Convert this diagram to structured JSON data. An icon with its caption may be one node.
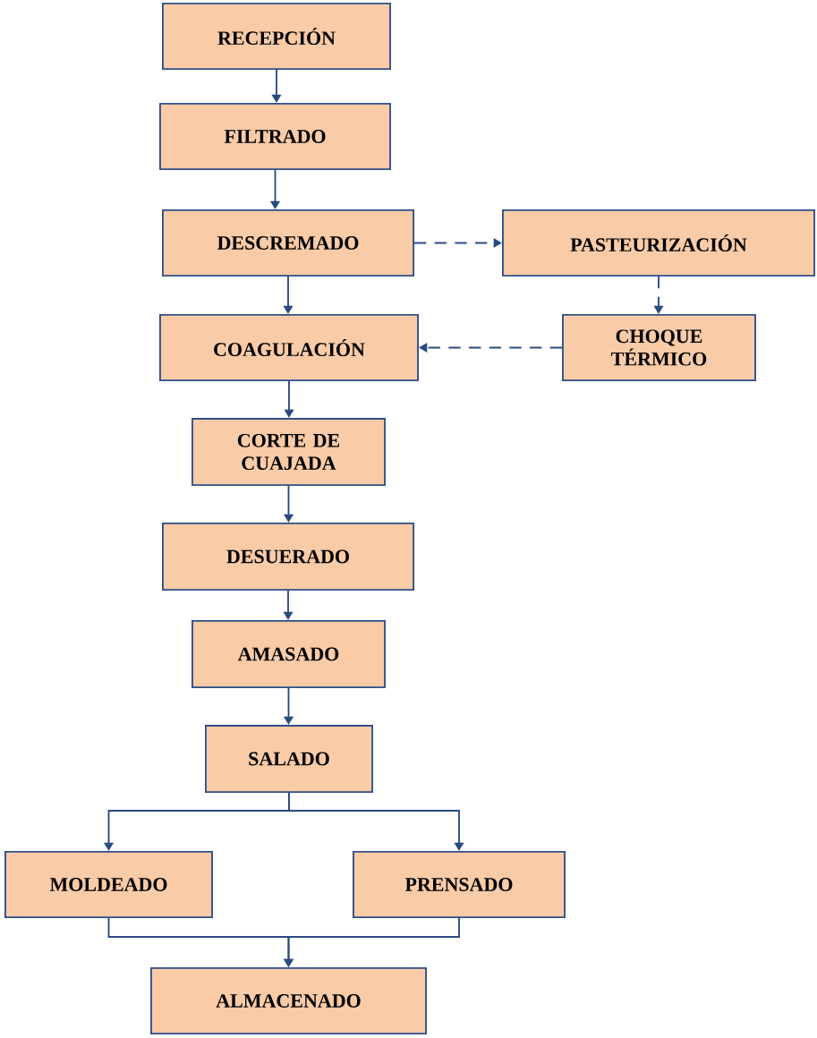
{
  "diagram": {
    "nodes": [
      {
        "text": [
          "RECEPCIÓN"
        ]
      },
      {
        "text": [
          "FILTRADO"
        ]
      },
      {
        "text": [
          "DESCREMADO"
        ]
      },
      {
        "text": [
          "PASTEURIZACIÓN"
        ]
      },
      {
        "text": [
          "COAGULACIÓN"
        ]
      },
      {
        "text": [
          "CHOQUE TÉRMICO"
        ]
      },
      {
        "text": [
          "CORTE DE CUAJADA"
        ]
      },
      {
        "text": [
          "DESUERADO"
        ]
      },
      {
        "text": [
          "AMASADO"
        ]
      },
      {
        "text": [
          "SALADO"
        ]
      },
      {
        "text": [
          "MOLDEADO"
        ]
      },
      {
        "text": [
          "PRENSADO"
        ]
      },
      {
        "text": [
          "ALMACENADO"
        ]
      }
    ],
    "edges": [
      {
        "from": 0,
        "to": 1,
        "arrow": "to"
      },
      {
        "from": 1,
        "to": 2,
        "arrow": "to"
      },
      {
        "from": 2,
        "to": 4,
        "arrow": "to"
      },
      {
        "from": 2,
        "to": 3,
        "arrow": "to",
        "style": "dashed"
      },
      {
        "from": 3,
        "to": 5,
        "arrow": "to",
        "style": "dashed"
      },
      {
        "from": 5,
        "to": 4,
        "arrow": "to",
        "style": "dashed"
      },
      {
        "from": 4,
        "to": 6,
        "arrow": "to"
      },
      {
        "from": 6,
        "to": 7,
        "arrow": "to"
      },
      {
        "from": 7,
        "to": 8,
        "arrow": "to"
      },
      {
        "from": 8,
        "to": 9,
        "arrow": "to"
      },
      {
        "from": 9,
        "to": 10,
        "arrow": "to"
      },
      {
        "from": 9,
        "to": 11,
        "arrow": "to"
      },
      {
        "from": 10,
        "to": 12,
        "arrow": "to"
      },
      {
        "from": 11,
        "to": 12,
        "arrow": "to"
      }
    ]
  }
}
